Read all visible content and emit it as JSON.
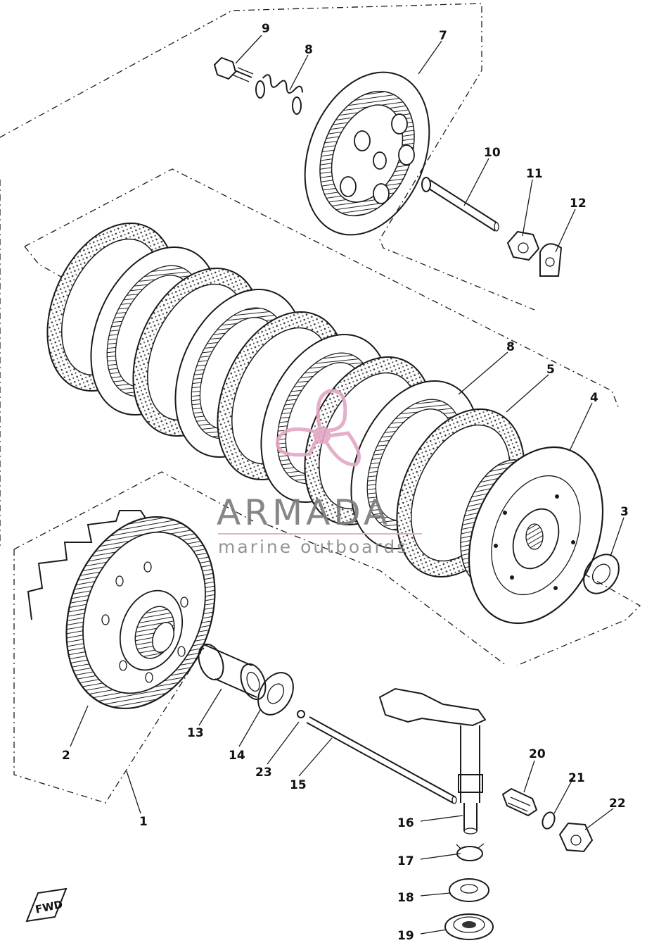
{
  "watermark": {
    "brand": "ARMADA",
    "tagline": "marine outboards",
    "pink": "#e3a6c4",
    "gray": "#7a7a7a"
  },
  "front_marker": "FWD",
  "callouts": [
    {
      "id": "c9",
      "label": "9"
    },
    {
      "id": "c8a",
      "label": "8"
    },
    {
      "id": "c7",
      "label": "7"
    },
    {
      "id": "c10",
      "label": "10"
    },
    {
      "id": "c11",
      "label": "11"
    },
    {
      "id": "c12",
      "label": "12"
    },
    {
      "id": "c8b",
      "label": "8"
    },
    {
      "id": "c5",
      "label": "5"
    },
    {
      "id": "c4",
      "label": "4"
    },
    {
      "id": "c3",
      "label": "3"
    },
    {
      "id": "c2",
      "label": "2"
    },
    {
      "id": "c13",
      "label": "13"
    },
    {
      "id": "c14",
      "label": "14"
    },
    {
      "id": "c23",
      "label": "23"
    },
    {
      "id": "c15",
      "label": "15"
    },
    {
      "id": "c1",
      "label": "1"
    },
    {
      "id": "c20",
      "label": "20"
    },
    {
      "id": "c21",
      "label": "21"
    },
    {
      "id": "c22",
      "label": "22"
    },
    {
      "id": "c16",
      "label": "16"
    },
    {
      "id": "c17",
      "label": "17"
    },
    {
      "id": "c18",
      "label": "18"
    },
    {
      "id": "c19",
      "label": "19"
    }
  ]
}
